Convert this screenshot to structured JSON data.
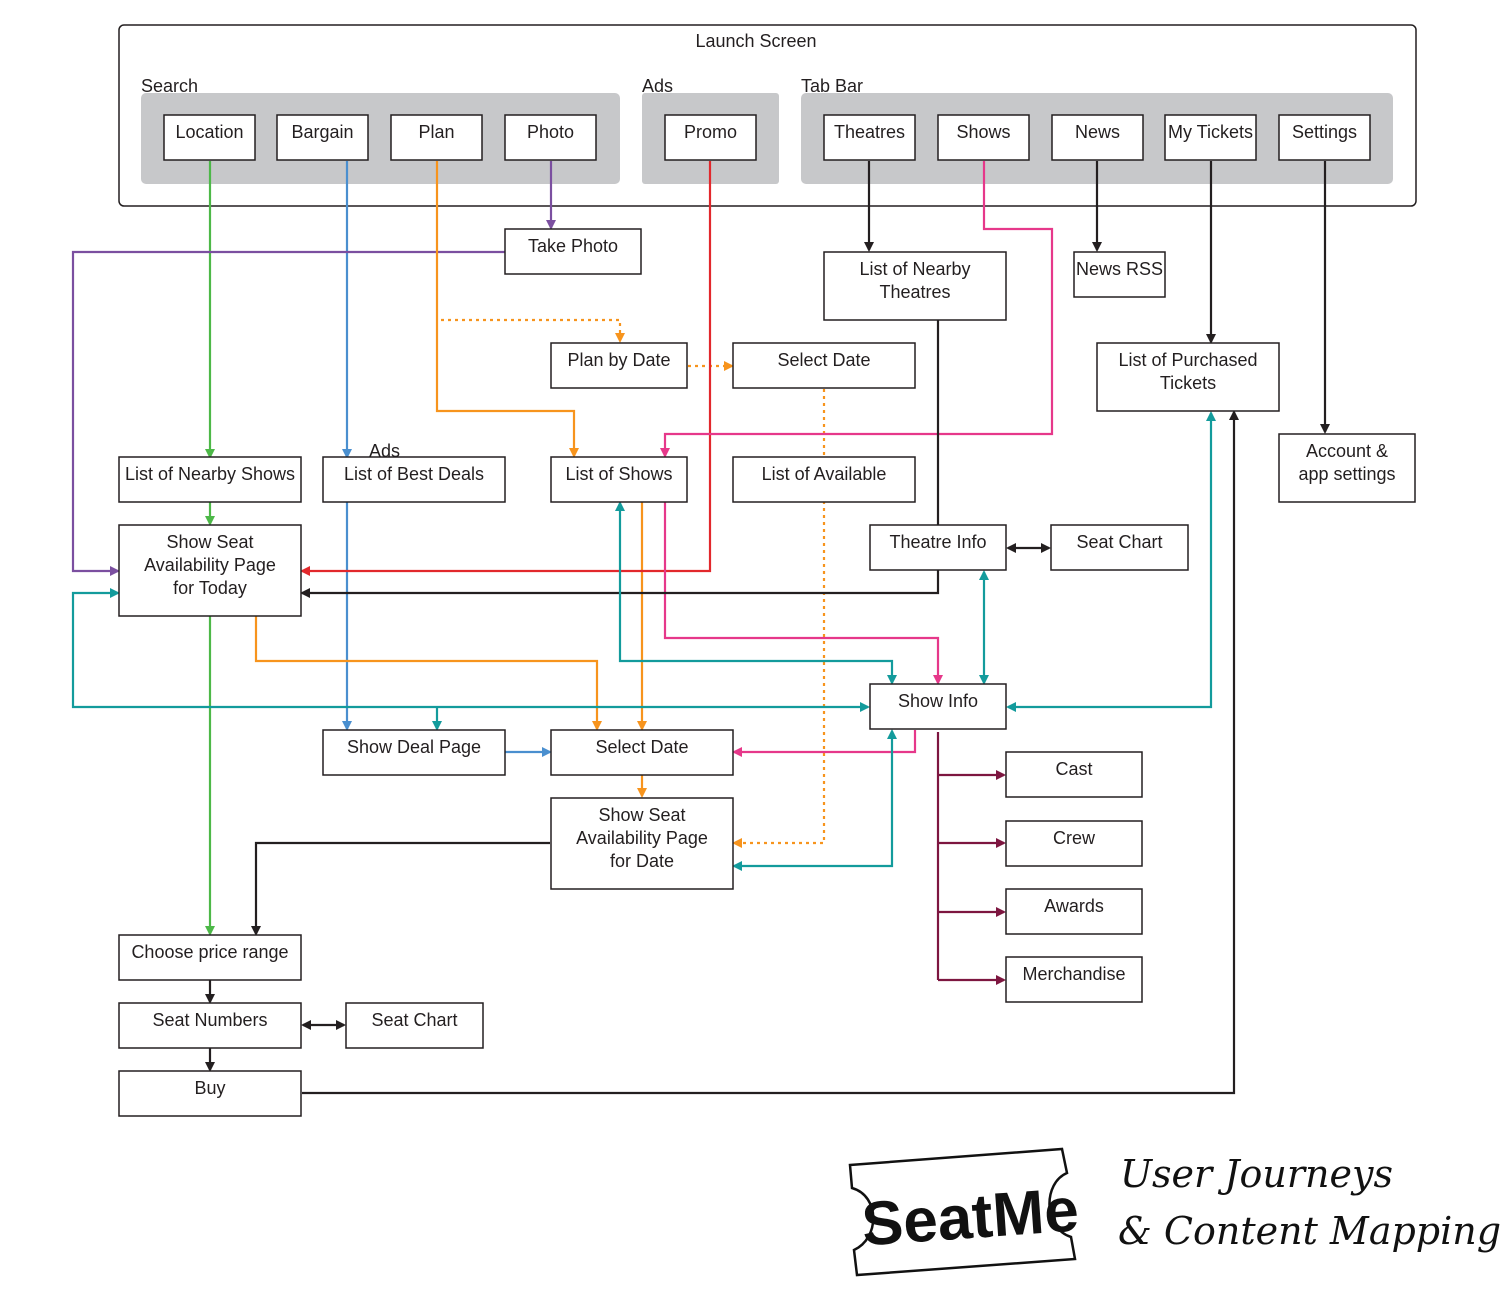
{
  "launch_screen": {
    "title": "Launch Screen"
  },
  "groups": {
    "search": "Search",
    "ads": "Ads",
    "tab_bar": "Tab Bar",
    "ads_note": "Ads"
  },
  "nodes": {
    "location": "Location",
    "bargain": "Bargain",
    "plan": "Plan",
    "photo": "Photo",
    "promo": "Promo",
    "theatres": "Theatres",
    "shows": "Shows",
    "news": "News",
    "my_tickets": "My Tickets",
    "settings": "Settings",
    "take_photo": "Take Photo",
    "nearby_theatres": [
      "List of Nearby",
      "Theatres"
    ],
    "news_rss": "News RSS",
    "plan_by_date": "Plan by Date",
    "select_date_top": "Select Date",
    "purchased_tickets": [
      "List of Purchased",
      "Tickets"
    ],
    "account_settings": [
      "Account &",
      "app settings"
    ],
    "nearby_shows": "List of Nearby Shows",
    "best_deals": "List of Best Deals",
    "list_of_shows": "List of Shows",
    "list_available": "List of Available",
    "seat_avail_today": [
      "Show Seat",
      "Availability Page",
      "for Today"
    ],
    "theatre_info": "Theatre Info",
    "seat_chart_theatre": "Seat Chart",
    "show_info": "Show Info",
    "show_deal_page": "Show Deal Page",
    "select_date_mid": "Select Date",
    "seat_avail_date": [
      "Show Seat",
      "Availability Page",
      "for Date"
    ],
    "cast": "Cast",
    "crew": "Crew",
    "awards": "Awards",
    "merchandise": "Merchandise",
    "choose_price": "Choose price range",
    "seat_numbers": "Seat Numbers",
    "seat_chart_seats": "Seat Chart",
    "buy": "Buy"
  },
  "footer": {
    "logo": "SeatMe",
    "title_line1": "User Journeys",
    "title_line2": "& Content Mapping"
  },
  "colors": {
    "stroke": "#231f20",
    "group_fill": "#c7c8ca",
    "green": "#4db848",
    "blue": "#4a8fcf",
    "orange": "#f7941d",
    "purple": "#7b4fa0",
    "red": "#e2282c",
    "pink": "#e6388a",
    "teal": "#139b9c",
    "maroon": "#7d1640",
    "black": "#231f20"
  }
}
